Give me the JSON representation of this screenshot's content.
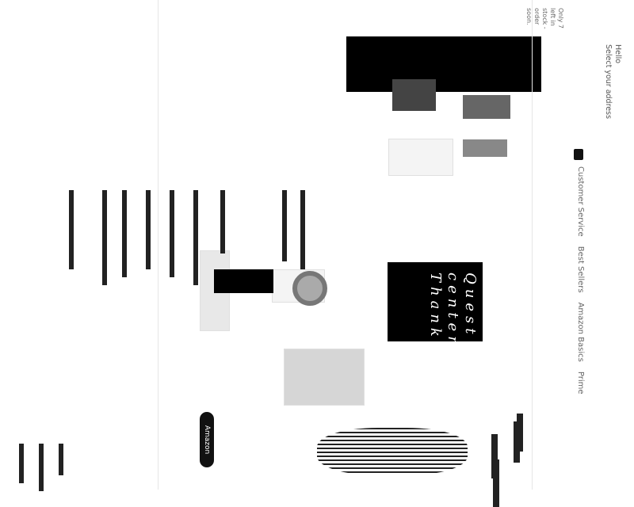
{
  "header": {
    "greeting": "Hello",
    "select_address": "Select your address",
    "stock_note": "Only 7 left in stock - order soon."
  },
  "nav": {
    "links": [
      "Customer Service",
      "Best Sellers",
      "Amazon Basics",
      "Prime"
    ]
  },
  "promo": {
    "note_lines": [
      "Quest",
      "center",
      "Thank"
    ]
  },
  "product": {
    "pill_label": "Amazon"
  }
}
